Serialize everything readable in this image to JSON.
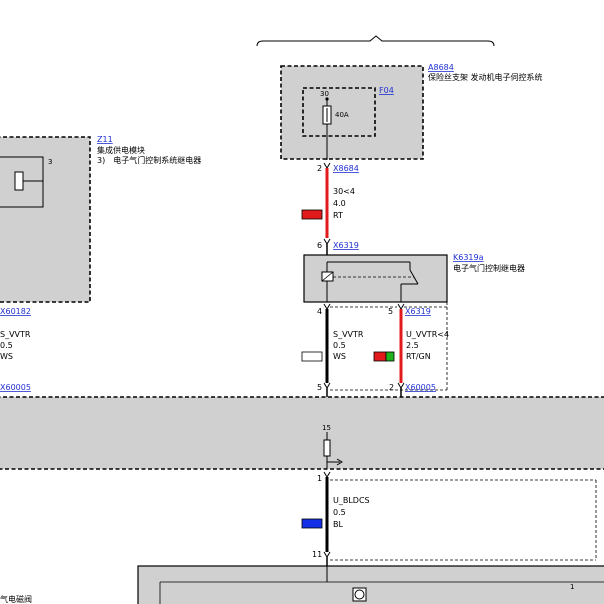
{
  "components": {
    "a8684": {
      "ref": "A8684",
      "desc": "保险丝支架 发动机电子伺控系统"
    },
    "f04": {
      "ref": "F04",
      "pin": "30",
      "rating": "40A"
    },
    "z11": {
      "ref": "Z11",
      "line1": "集成供电模块",
      "line2": "3)　电子气门控制系统继电器",
      "pin": "3"
    },
    "k6319a": {
      "ref": "K6319a",
      "desc": "电子气门控制继电器"
    },
    "bottom": {
      "pin": "1",
      "label": "气电磁阀"
    }
  },
  "connectors": {
    "x8684": {
      "ref": "X8684",
      "pin": "2"
    },
    "x6319_a": {
      "ref": "X6319",
      "pin": "6"
    },
    "x6319_b": {
      "ref": "X6319",
      "pin4": "4",
      "pin5": "5"
    },
    "x60182": {
      "ref": "X60182"
    },
    "x60005_left": {
      "ref": "X60005"
    },
    "x60005_a": {
      "ref": "X60005",
      "pin": "5"
    },
    "x60005_b": {
      "ref": "X60005",
      "pin": "2"
    },
    "splice": {
      "pin_top": "15",
      "pin_bottom": "1",
      "pin_lower": "11"
    }
  },
  "wires": {
    "w1": {
      "signal": "30<4",
      "gauge": "4.0",
      "color": "RT",
      "swatch": [
        "#e11b1b"
      ]
    },
    "w2": {
      "signal": "S_VVTR",
      "gauge": "0.5",
      "color": "WS",
      "swatch": [
        "#ffffff"
      ]
    },
    "w3": {
      "signal": "U_VVTR<4",
      "gauge": "2.5",
      "color": "RT/GN",
      "swatch": [
        "#e11b1b",
        "#1eb41e"
      ]
    },
    "w4": {
      "signal": "U_BLDCS",
      "gauge": "0.5",
      "color": "BL",
      "swatch": [
        "#1430e6"
      ]
    },
    "w_left": {
      "signal": "S_VVTR",
      "gauge": "0.5",
      "color": "WS"
    }
  },
  "colors": {
    "box_fill": "#d0d0d0",
    "red_wire": "#e11b1b",
    "black_wire": "#000000",
    "link": "#1f2fd0"
  }
}
